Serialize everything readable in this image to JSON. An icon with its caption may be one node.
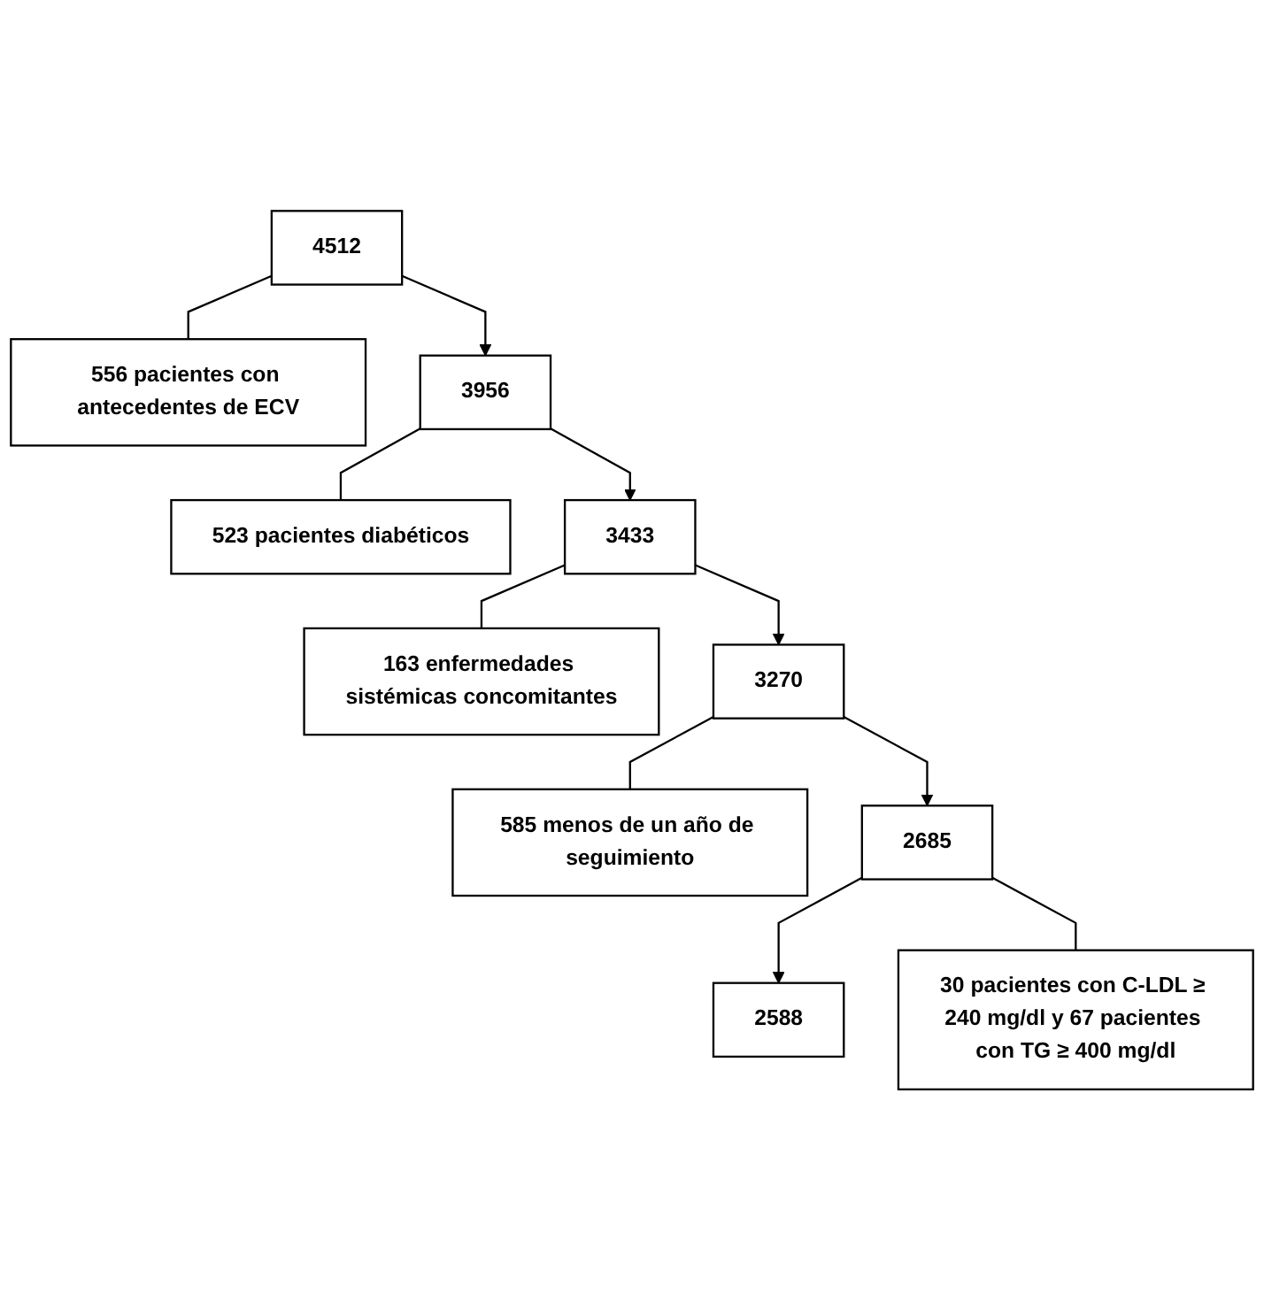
{
  "diagram": {
    "nodes": [
      {
        "text": [
          "4512"
        ]
      },
      {
        "text": [
          "556 pacientes con antecedentes de ECV"
        ]
      },
      {
        "text": [
          "3956"
        ]
      },
      {
        "text": [
          "523 pacientes diabéticos"
        ]
      },
      {
        "text": [
          "3433"
        ]
      },
      {
        "text": [
          "163 enfermedades sistémicas concomitantes"
        ]
      },
      {
        "text": [
          "3270"
        ]
      },
      {
        "text": [
          "585 menos de un año de seguimiento"
        ]
      },
      {
        "text": [
          "2685"
        ]
      },
      {
        "text": [
          "30 pacientes con C-LDL ≥ 240 mg/dl y 67 pacientes con TG ≥ 400 mg/dl"
        ]
      },
      {
        "text": [
          "2588"
        ]
      }
    ],
    "edges": [
      {
        "from": 0,
        "to": 2,
        "arrow": "to"
      },
      {
        "from": 0,
        "to": 1,
        "arrow": "none"
      },
      {
        "from": 2,
        "to": 4,
        "arrow": "to"
      },
      {
        "from": 2,
        "to": 3,
        "arrow": "none"
      },
      {
        "from": 4,
        "to": 6,
        "arrow": "to"
      },
      {
        "from": 4,
        "to": 5,
        "arrow": "none"
      },
      {
        "from": 6,
        "to": 8,
        "arrow": "to"
      },
      {
        "from": 6,
        "to": 7,
        "arrow": "none"
      },
      {
        "from": 8,
        "to": 10,
        "arrow": "to"
      },
      {
        "from": 8,
        "to": 9,
        "arrow": "none"
      }
    ]
  }
}
